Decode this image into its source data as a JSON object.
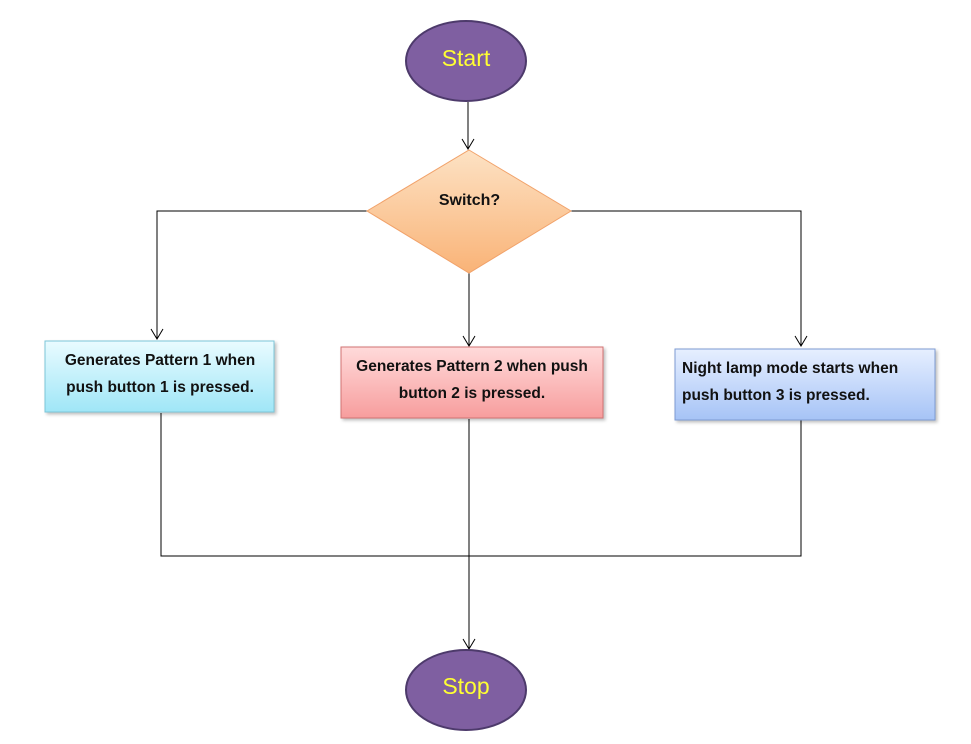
{
  "nodes": {
    "start": {
      "label": "Start",
      "shape": "oval",
      "fill": "#7f5fa1",
      "stroke": "#4d3a6b",
      "text_color": "#ffff33"
    },
    "decision": {
      "label": "Switch?",
      "shape": "diamond",
      "fill_top": "#fde2c4",
      "fill_bottom": "#f9b377",
      "stroke": "#f1a26a"
    },
    "pattern1": {
      "label": "Generates Pattern 1 when push button 1 is pressed.",
      "shape": "rectangle",
      "fill_top": "#e9fbff",
      "fill_bottom": "#9fe6f7",
      "stroke": "#7cc6d8"
    },
    "pattern2": {
      "label": "Generates Pattern 2 when push button 2 is pressed.",
      "shape": "rectangle",
      "fill_top": "#ffdada",
      "fill_bottom": "#f79d9d",
      "stroke": "#d27272"
    },
    "nightlamp": {
      "label": "Night lamp mode starts when push button 3 is pressed.",
      "shape": "rectangle",
      "fill_top": "#e6efff",
      "fill_bottom": "#a6c3f6",
      "stroke": "#7d9bd3"
    },
    "stop": {
      "label": "Stop",
      "shape": "oval",
      "fill": "#7f5fa1",
      "stroke": "#4d3a6b",
      "text_color": "#ffff33"
    }
  },
  "edges": [
    {
      "from": "start",
      "to": "decision"
    },
    {
      "from": "decision",
      "to": "pattern1"
    },
    {
      "from": "decision",
      "to": "pattern2"
    },
    {
      "from": "decision",
      "to": "nightlamp"
    },
    {
      "from": "pattern1",
      "to": "stop"
    },
    {
      "from": "pattern2",
      "to": "stop"
    },
    {
      "from": "nightlamp",
      "to": "stop"
    }
  ]
}
